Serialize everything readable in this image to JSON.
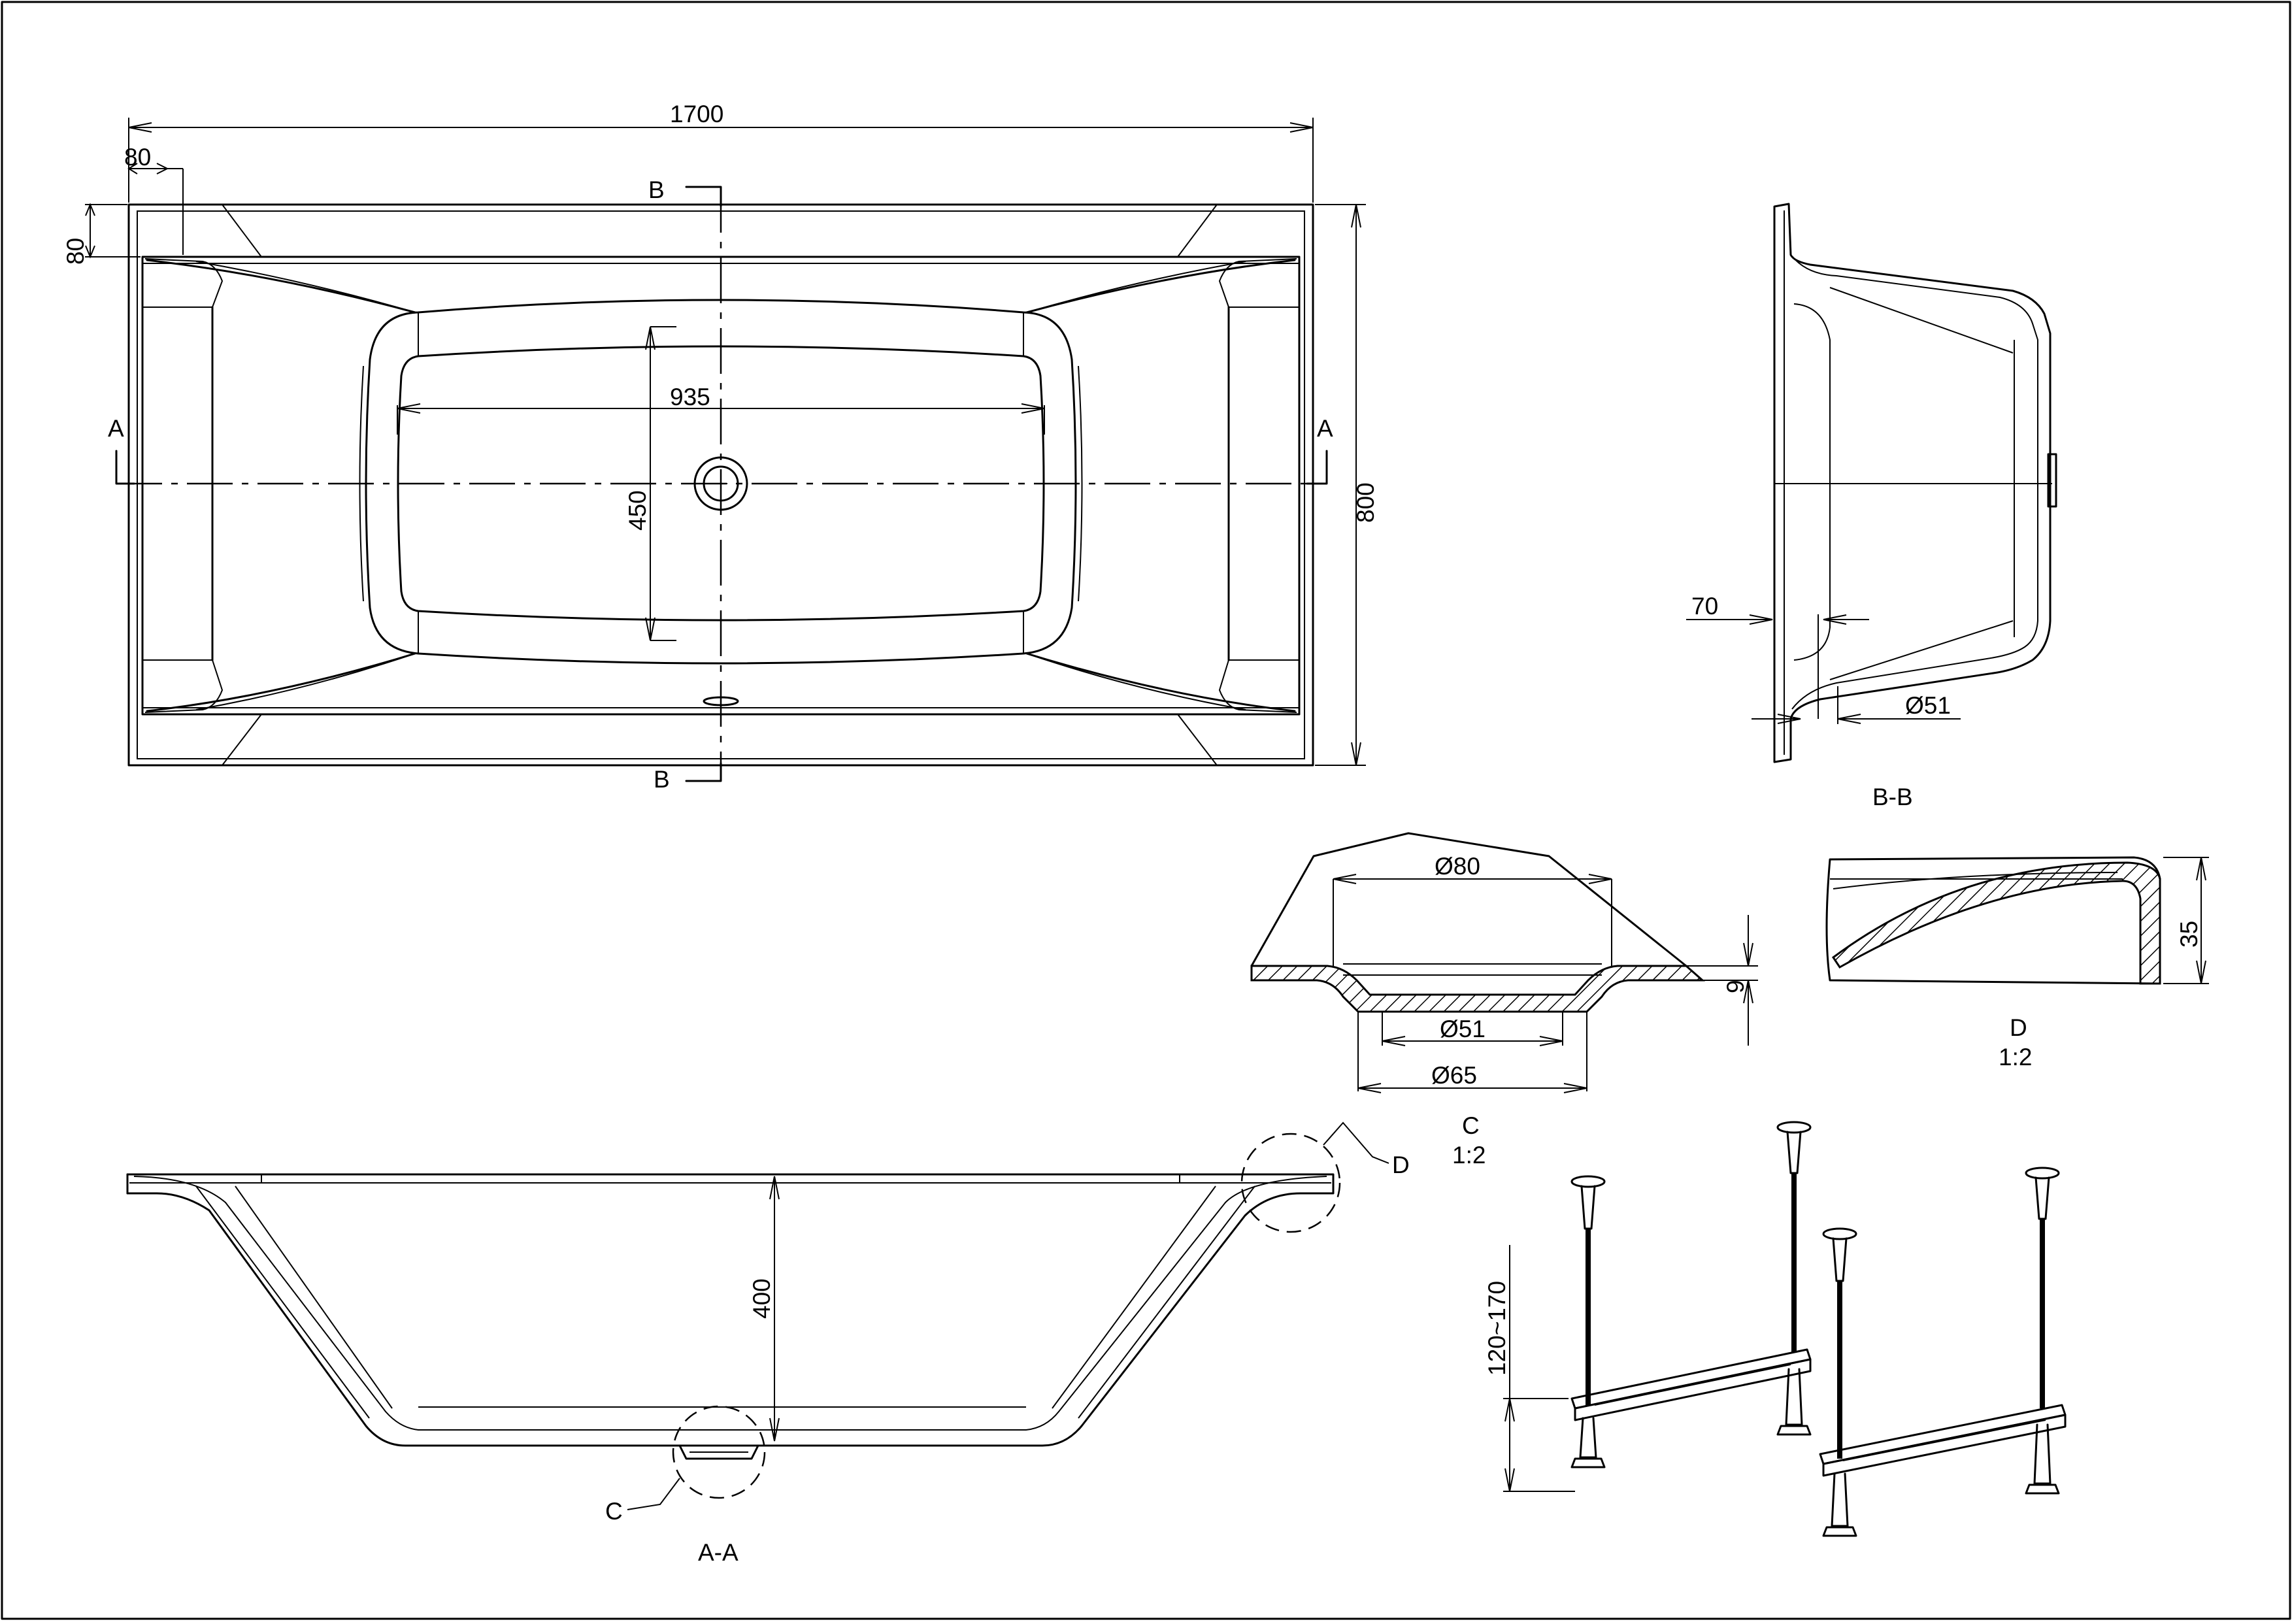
{
  "drawing": {
    "top_view": {
      "dim_length": "1700",
      "dim_rim_x": "80",
      "dim_rim_y": "80",
      "dim_inner_length": "935",
      "dim_inner_width": "450",
      "dim_width": "800",
      "section_a_left": "A",
      "section_a_right": "A",
      "section_b_top": "B",
      "section_b_bottom": "B"
    },
    "section_bb": {
      "label": "B-B",
      "dim_offset": "70",
      "dim_drain": "Ø51"
    },
    "detail_c": {
      "label": "C",
      "scale": "1:2",
      "dim_outer": "Ø80",
      "dim_drain": "Ø51",
      "dim_collar": "Ø65",
      "dim_thickness": "9"
    },
    "detail_d": {
      "label": "D",
      "scale": "1:2",
      "dim_height": "35"
    },
    "section_aa": {
      "label": "A-A",
      "dim_depth": "400",
      "callout_c": "C",
      "callout_d": "D"
    },
    "legs": {
      "dim_adjust": "120~170"
    }
  }
}
